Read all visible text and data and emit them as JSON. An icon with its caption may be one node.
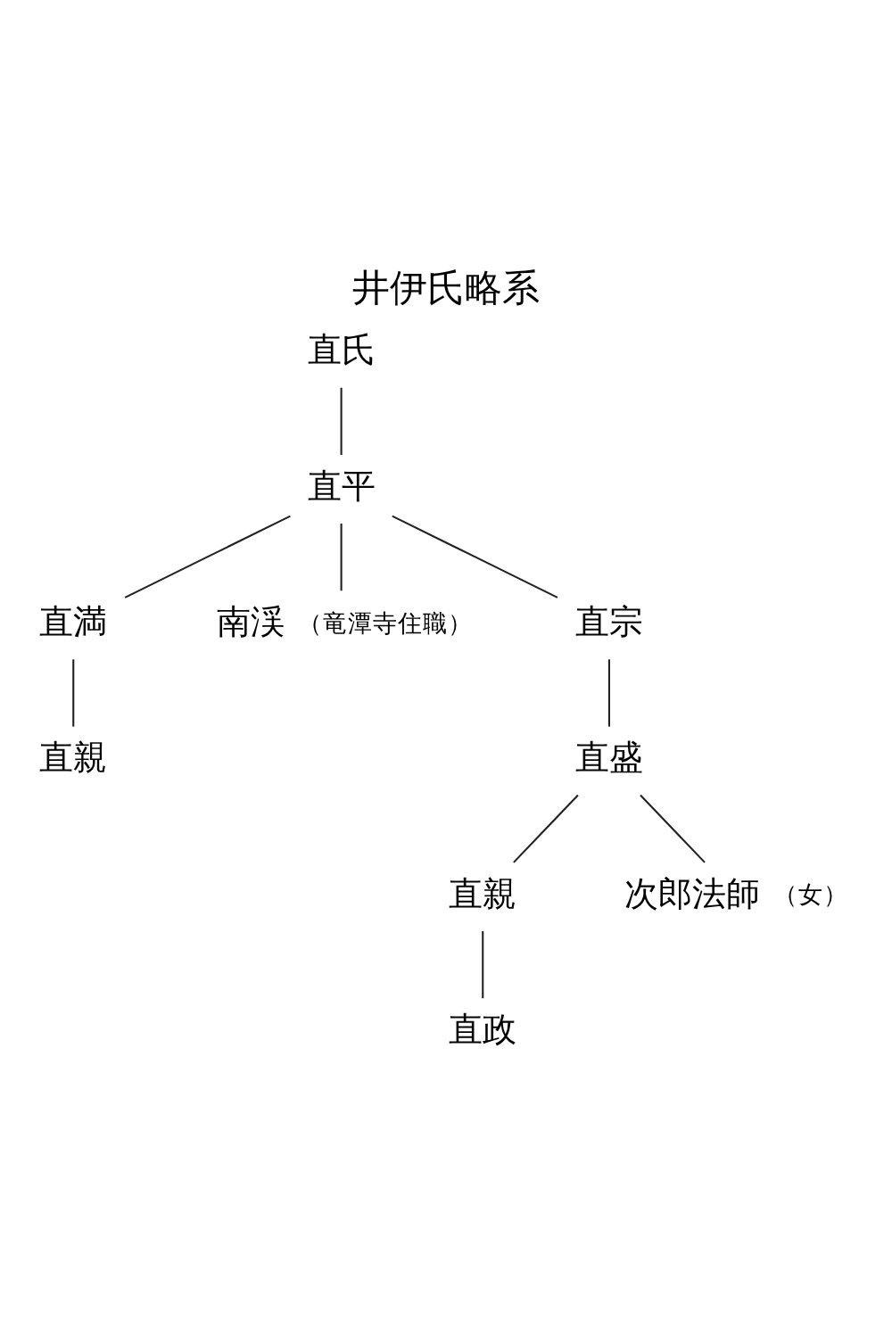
{
  "diagram": {
    "title": "井伊氏略系",
    "nodes": [
      {
        "text": [
          "直氏"
        ]
      },
      {
        "text": [
          "直平"
        ]
      },
      {
        "text": [
          "直満"
        ]
      },
      {
        "text": [
          "南渓"
        ],
        "beside": [
          "（竜潭寺住職）"
        ]
      },
      {
        "text": [
          "直宗"
        ]
      },
      {
        "text": [
          "直親"
        ]
      },
      {
        "text": [
          "直盛"
        ]
      },
      {
        "text": [
          "直親"
        ]
      },
      {
        "text": [
          "次郎法師"
        ],
        "beside": [
          "（女）"
        ]
      },
      {
        "text": [
          "直政"
        ]
      }
    ],
    "edges": [
      {
        "from": 0,
        "to": 1,
        "arrow": "none"
      },
      {
        "from": 1,
        "to": 2,
        "arrow": "none"
      },
      {
        "from": 1,
        "to": 3,
        "arrow": "none"
      },
      {
        "from": 1,
        "to": 4,
        "arrow": "none"
      },
      {
        "from": 2,
        "to": 5,
        "arrow": "none"
      },
      {
        "from": 4,
        "to": 6,
        "arrow": "none"
      },
      {
        "from": 6,
        "to": 7,
        "arrow": "none"
      },
      {
        "from": 6,
        "to": 8,
        "arrow": "none"
      },
      {
        "from": 7,
        "to": 9,
        "arrow": "none"
      }
    ]
  }
}
